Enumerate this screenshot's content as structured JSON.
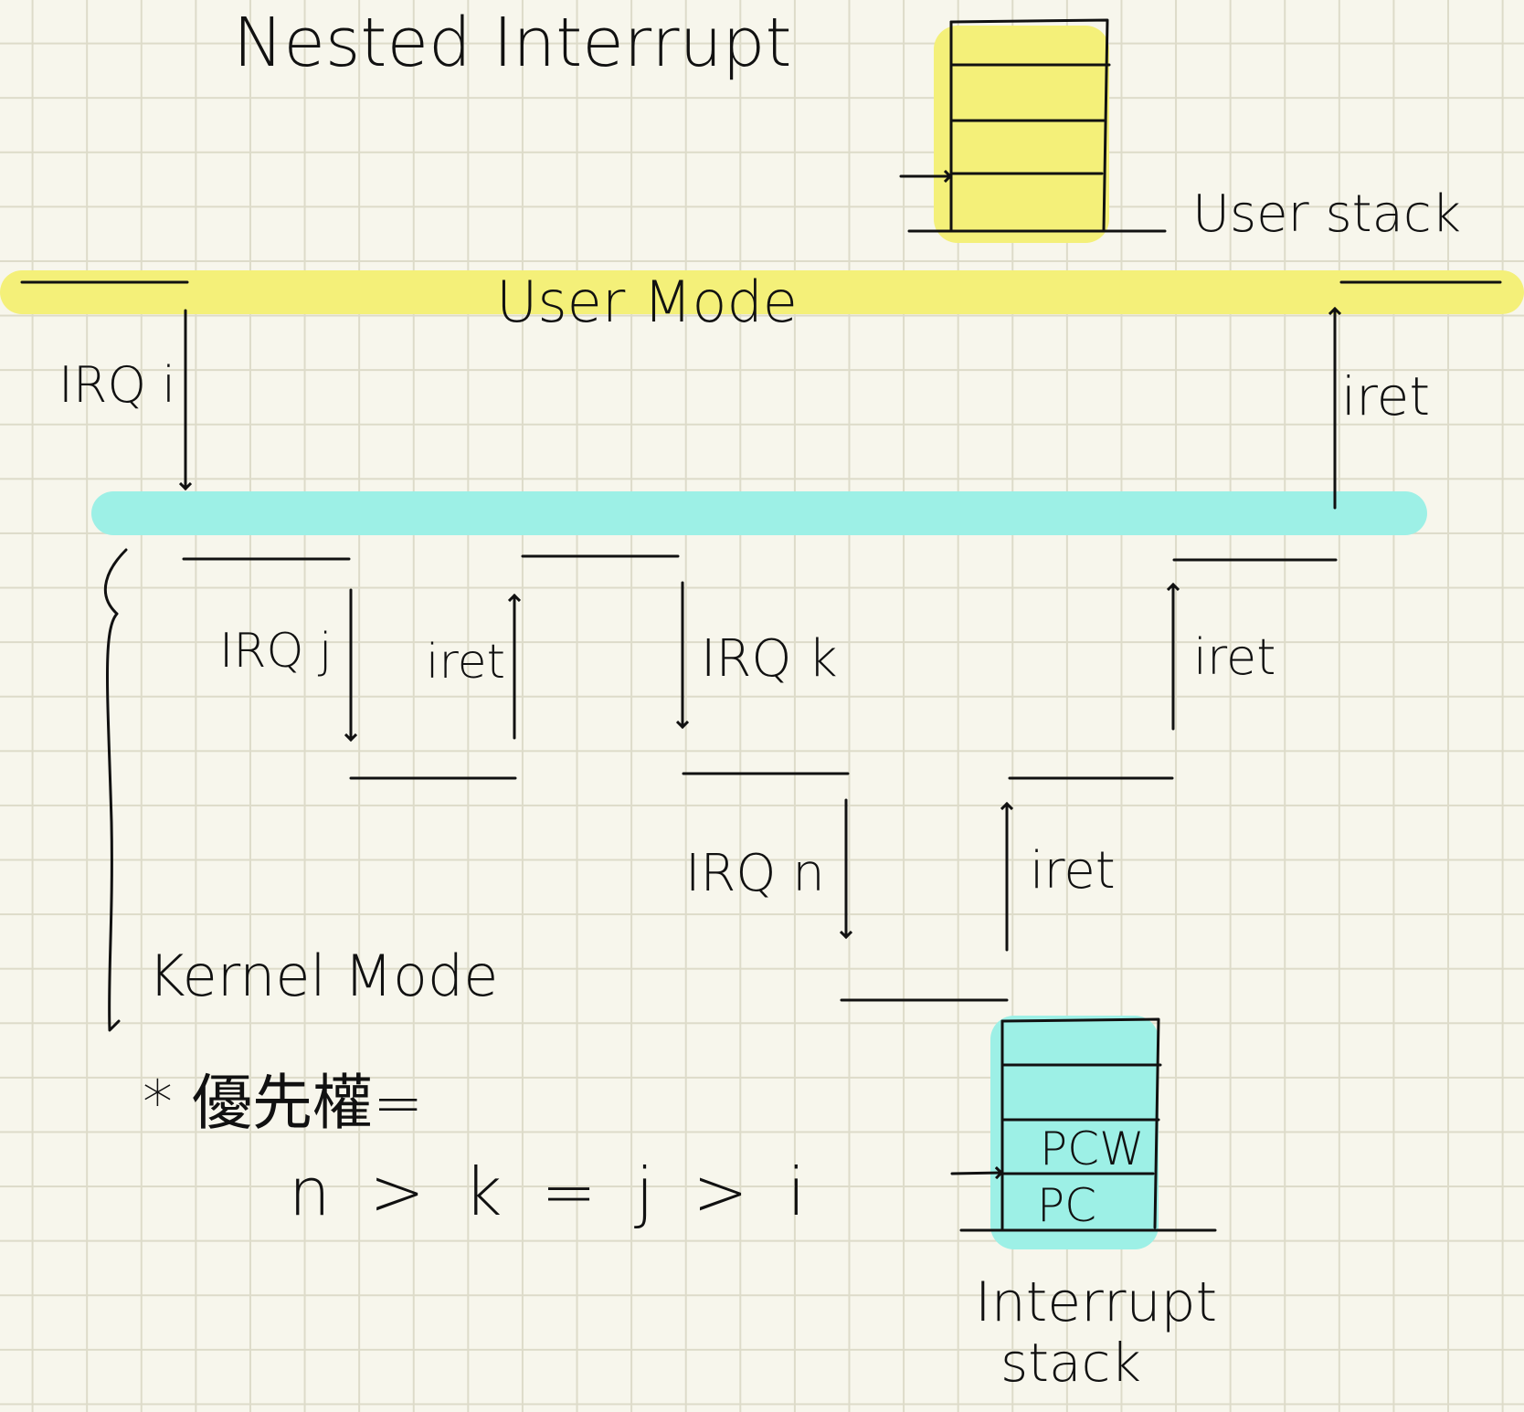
{
  "title": "Nested Interrupt",
  "user_mode_label": "User Mode",
  "kernel_mode_label": "Kernel Mode",
  "user_stack_label": "User stack",
  "interrupt_stack_label_line1": "Interrupt",
  "interrupt_stack_label_line2": "stack",
  "interrupt_stack_cells": [
    "PCW",
    "PC"
  ],
  "transitions": {
    "irq_i": "IRQ i",
    "irq_j": "IRQ j",
    "irq_k": "IRQ k",
    "irq_n": "IRQ n",
    "iret_j": "iret",
    "iret_n": "iret",
    "iret_k": "iret",
    "iret_user": "iret"
  },
  "priority_label": "* 優先權=",
  "priority_order": "n > k = j > i",
  "colors": {
    "user_highlight": "#f4f079",
    "kernel_highlight": "#9df0e6",
    "ink": "#111111",
    "paper": "#f7f6ec",
    "grid": "#dddbc9"
  }
}
